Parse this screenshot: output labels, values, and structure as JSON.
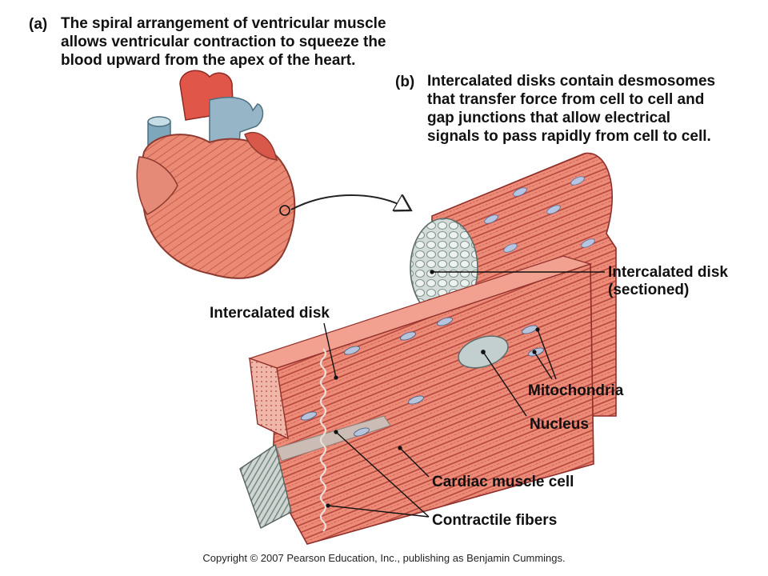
{
  "panel_a": {
    "label": "(a)",
    "caption": "The spiral arrangement of ventricular muscle\nallows ventricular contraction to squeeze the\nblood upward from the apex of the heart."
  },
  "panel_b": {
    "label": "(b)",
    "caption": "Intercalated disks contain desmosomes\nthat transfer force from cell to cell and\ngap junctions that allow electrical\nsignals to pass rapidly from cell to cell."
  },
  "callouts": {
    "intercalated_disk_sectioned": "Intercalated disk\n(sectioned)",
    "intercalated_disk": "Intercalated disk",
    "mitochondria": "Mitochondria",
    "nucleus": "Nucleus",
    "cardiac_muscle_cell": "Cardiac muscle cell",
    "contractile_fibers": "Contractile fibers"
  },
  "copyright": "Copyright © 2007 Pearson Education, Inc., publishing as Benjamin Cummings.",
  "colors": {
    "muscle": "#e8816f",
    "muscle_dark": "#c94f42",
    "striation": "#8f2f2a",
    "vessel_blue": "#8fb4c6",
    "heart_red": "#e25a4c",
    "nucleus": "#b9c7c9",
    "mito": "#b8c4dc"
  }
}
